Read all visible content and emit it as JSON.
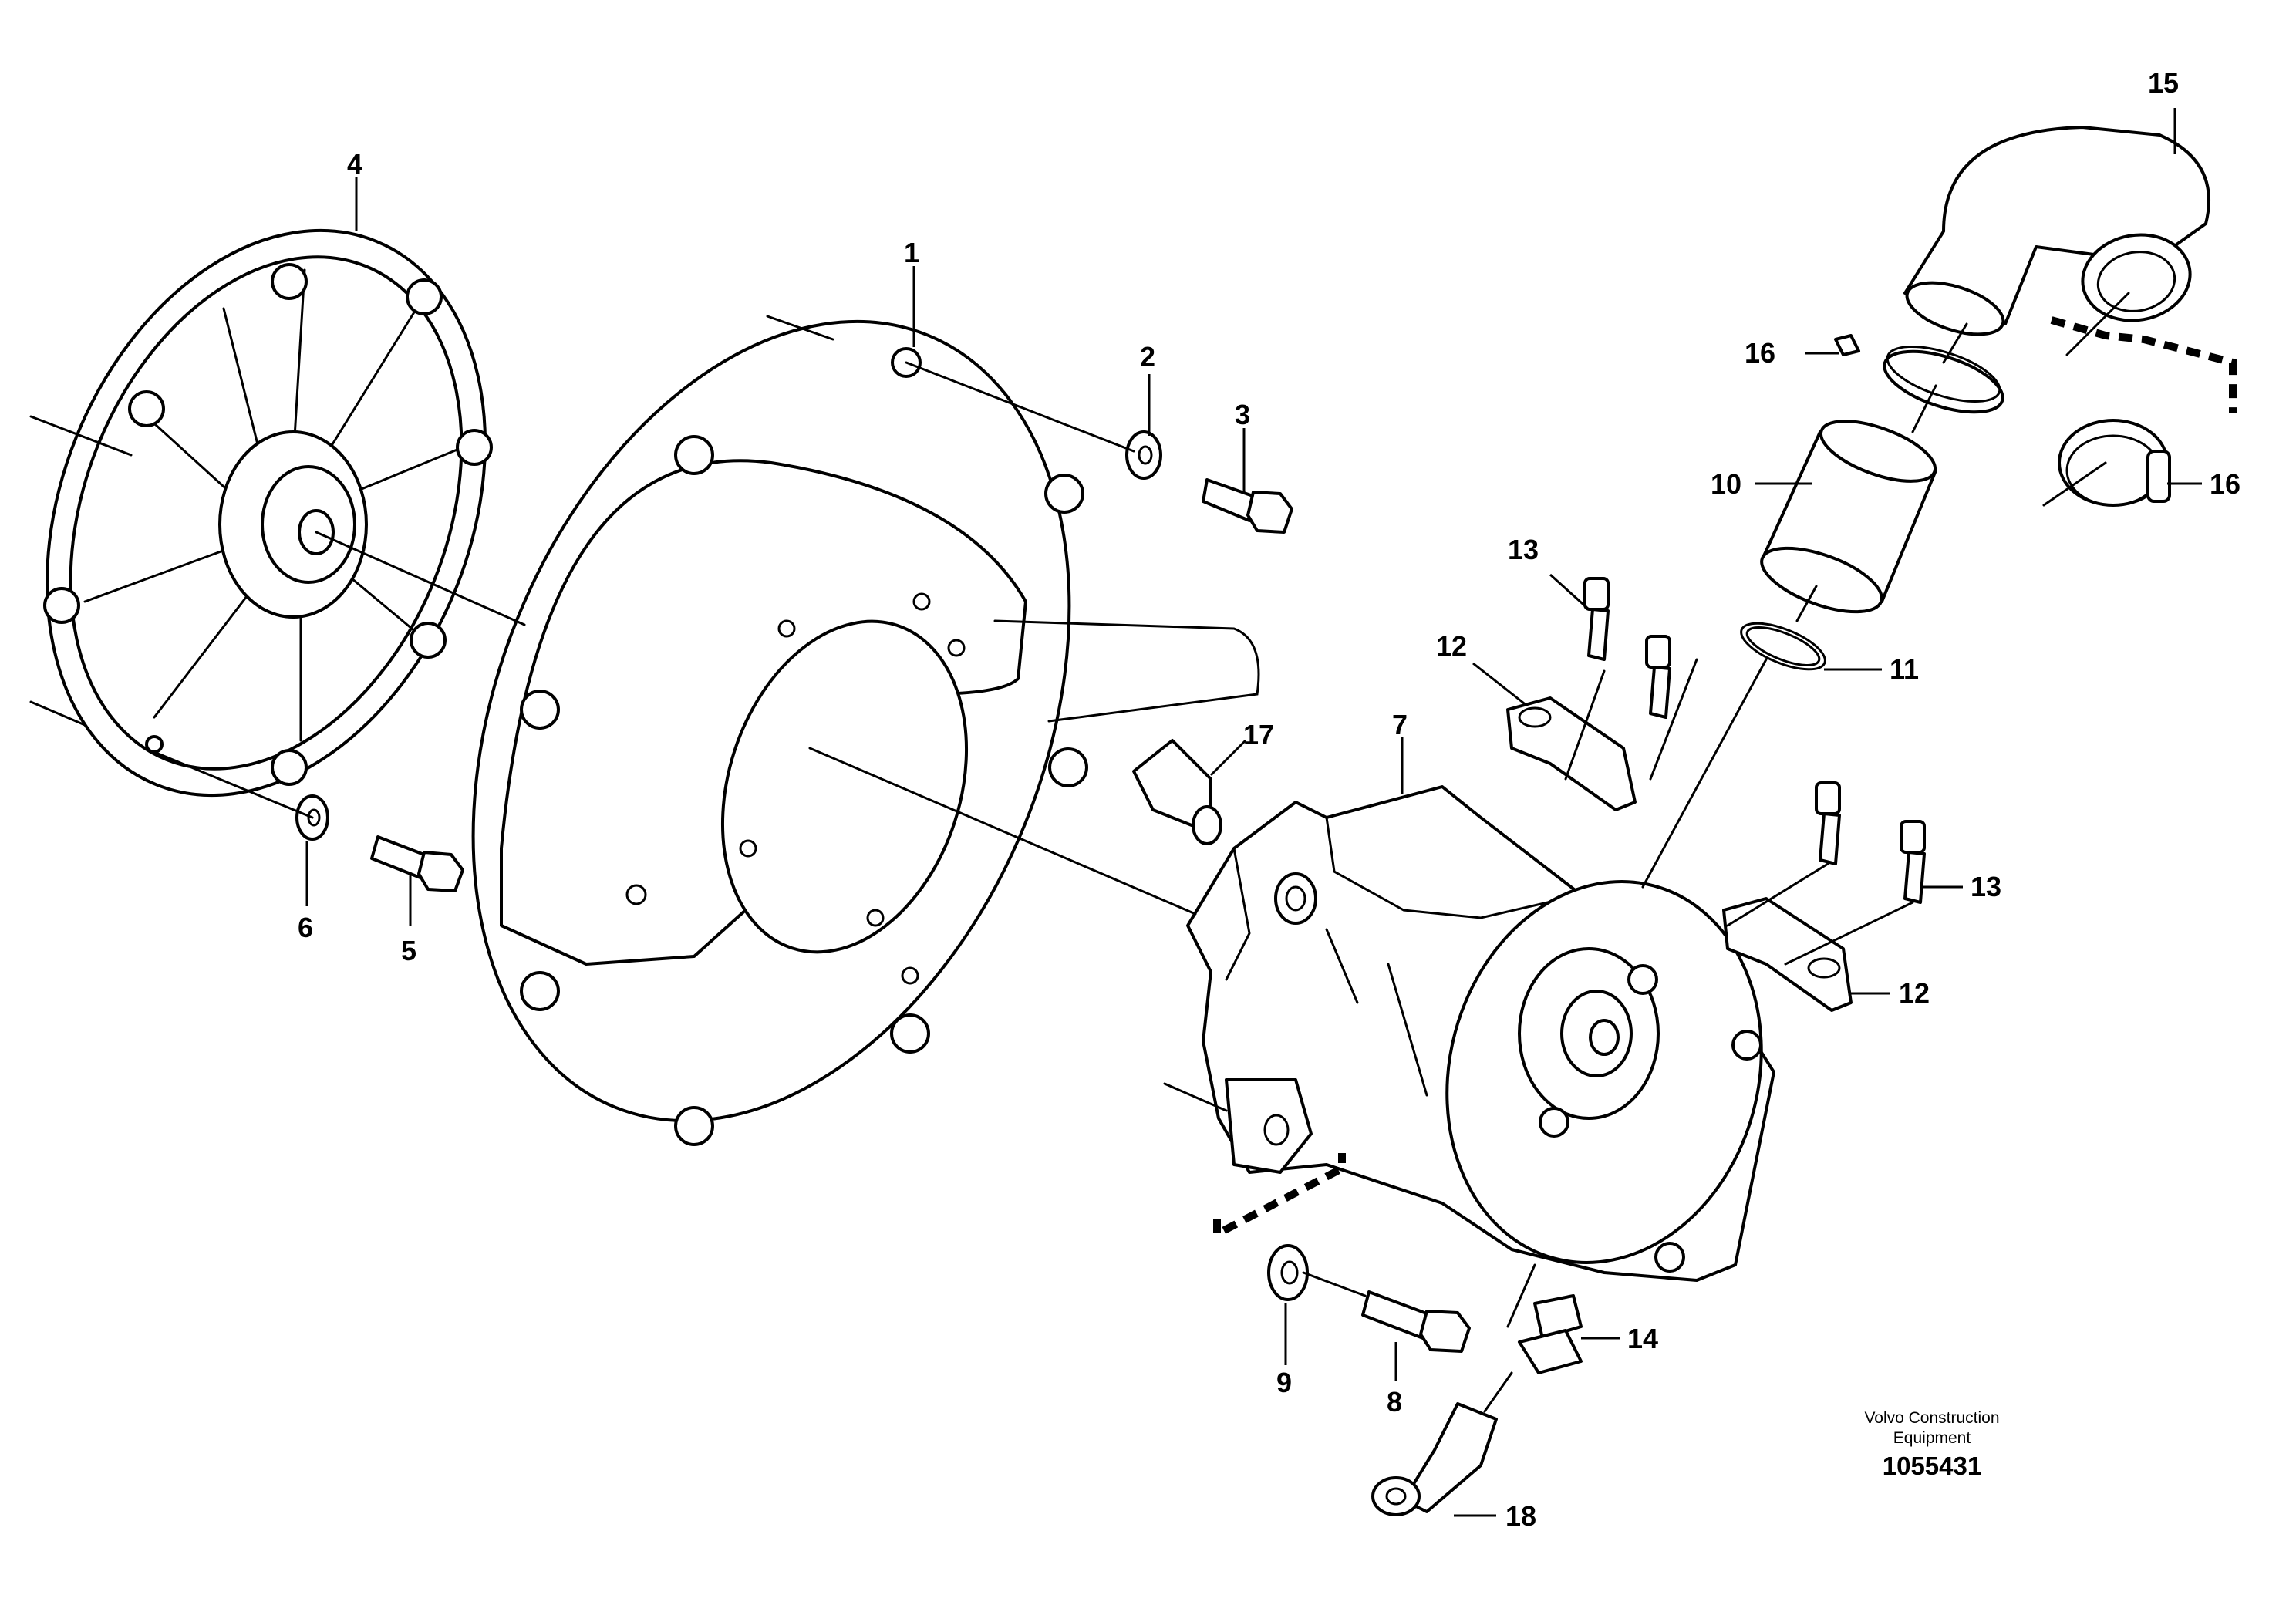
{
  "callouts": {
    "c1": "1",
    "c2": "2",
    "c3": "3",
    "c4": "4",
    "c5": "5",
    "c6": "6",
    "c7": "7",
    "c8": "8",
    "c9": "9",
    "c10": "10",
    "c11": "11",
    "c12a": "12",
    "c12b": "12",
    "c13a": "13",
    "c13b": "13",
    "c14": "14",
    "c15": "15",
    "c16a": "16",
    "c16b": "16",
    "c17": "17",
    "c18": "18"
  },
  "footer": {
    "company_line1": "Volvo Construction",
    "company_line2": "Equipment",
    "document_number": "1055431"
  }
}
